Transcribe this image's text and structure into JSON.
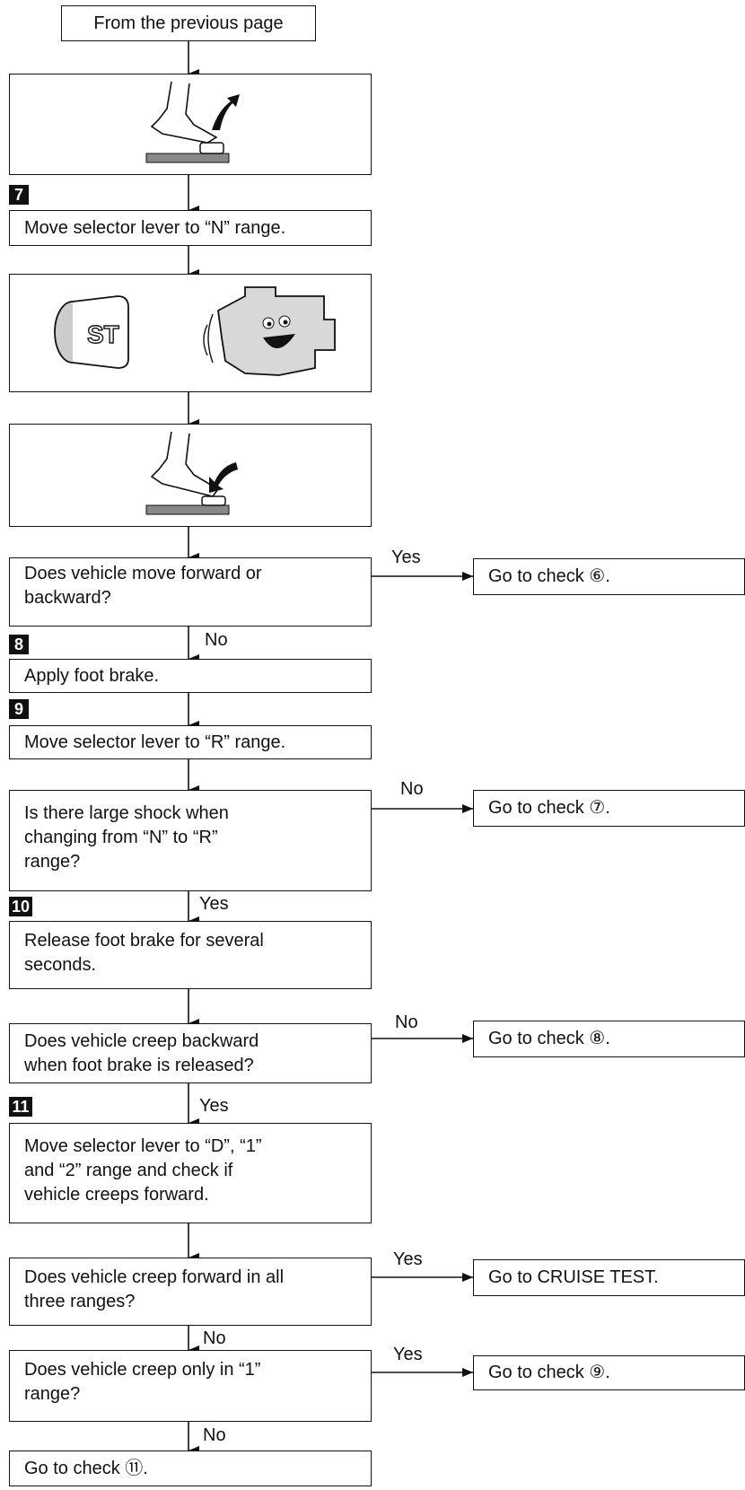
{
  "boxes": {
    "start": "From the previous page",
    "move_n": "Move selector lever to “N” range.",
    "q_move": "Does vehicle move forward or\nbackward?",
    "apply_brake": "Apply foot brake.",
    "move_r": "Move selector lever to “R” range.",
    "q_shock": "Is there large shock when\nchanging from “N” to “R”\nrange?",
    "release": "Release foot brake for several\nseconds.",
    "q_creep_back": "Does vehicle creep backward\nwhen foot brake is released?",
    "move_d12": "Move selector lever to “D”, “1”\nand “2” range and check if\nvehicle creeps forward.",
    "q_creep_fwd": "Does vehicle creep forward in all\nthree ranges?",
    "q_creep_1": "Does vehicle creep only in “1”\nrange?",
    "check10": "Go to check ⑪."
  },
  "results": {
    "check6": "Go to check ⑥.",
    "check7": "Go to check ⑦.",
    "check8": "Go to check ⑧.",
    "cruise": "Go to CRUISE TEST.",
    "check9": "Go to check ⑨."
  },
  "labels": {
    "yes1": "Yes",
    "no1": "No",
    "no2": "No",
    "yes2": "Yes",
    "no3": "No",
    "yes3": "Yes",
    "yes4": "Yes",
    "no4": "No",
    "yes5": "Yes",
    "no5": "No"
  },
  "steps": {
    "s7": "7",
    "s8": "8",
    "s9": "9",
    "s10": "10",
    "s11": "11"
  },
  "illustrations": {
    "pedal_release": "foot-pedal-release",
    "key_start_engine": "ignition-key-start-engine",
    "pedal_press": "foot-pedal-press"
  }
}
